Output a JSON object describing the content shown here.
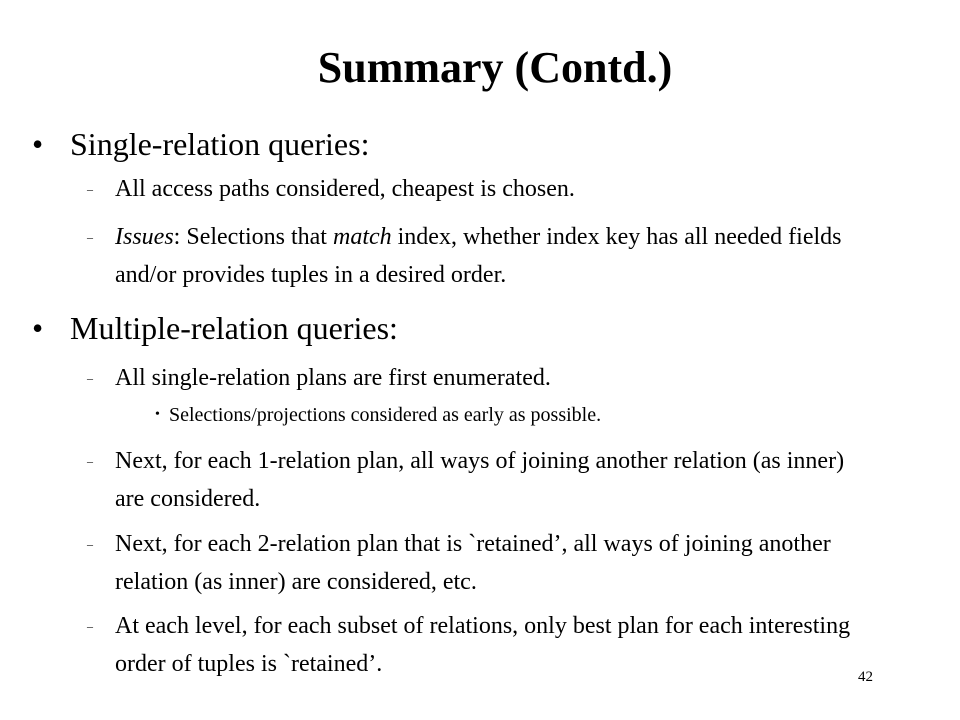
{
  "title": "Summary (Contd.)",
  "bullet_glyph": "•",
  "dash_glyph": "–",
  "sections": [
    {
      "heading": "Single-relation queries:",
      "items": [
        {
          "text": "All access paths considered, cheapest is chosen."
        },
        {
          "parts": [
            {
              "text": "Issues",
              "italic": true
            },
            {
              "text": ":  Selections that "
            },
            {
              "text": "match",
              "italic": true
            },
            {
              "text": " index, whether index key has all needed fields and/or provides tuples in a desired order."
            }
          ]
        }
      ]
    },
    {
      "heading": "Multiple-relation queries:",
      "items": [
        {
          "text": "All single-relation plans are first enumerated."
        },
        {
          "sub": "Selections/projections considered as early as possible."
        },
        {
          "text": "Next, for each 1-relation plan, all ways of joining another relation (as inner) are considered."
        },
        {
          "text": "Next, for each 2-relation plan that is `retained’, all ways of joining another relation (as inner) are considered, etc."
        },
        {
          "text": "At each level, for each subset of relations, only best plan for each interesting order of tuples is `retained’."
        }
      ]
    }
  ],
  "page_number": "42"
}
